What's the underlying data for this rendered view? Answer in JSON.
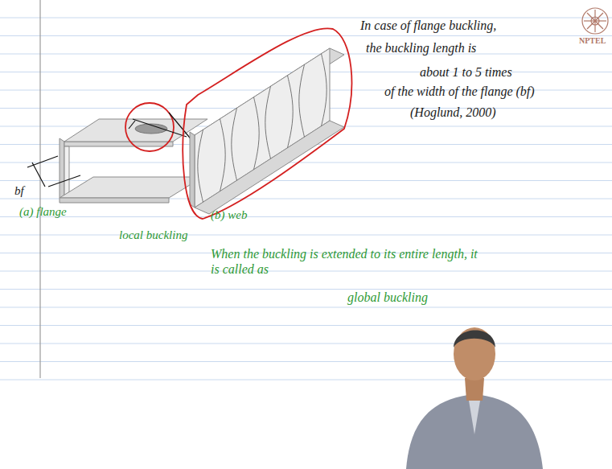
{
  "diagram": {
    "labels": [
      "In case of flange buckling,",
      "the buckling length is",
      "about 1 to 5 times",
      "of the width of the flange (bf)",
      "(Hoglund, 2000)",
      "bf",
      "(a) flange",
      "(b) web",
      "local buckling",
      "When the buckling is extended to its entire length, it is called as",
      "global buckling",
      "NPTEL"
    ]
  }
}
